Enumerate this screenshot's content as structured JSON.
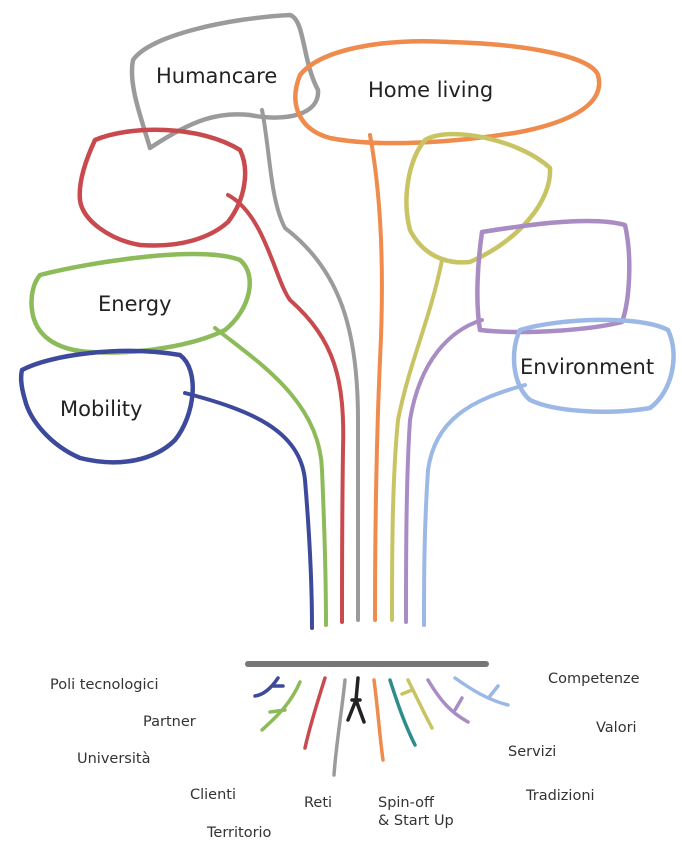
{
  "colors": {
    "humancare": "#9b9b9b",
    "home_living": "#ef8b4c",
    "energy_red": "#c84a4e",
    "energy": "#8dbb5a",
    "mobility": "#3d4a9c",
    "olive": "#c8c463",
    "purple": "#a88cc3",
    "environment": "#9cb8e6",
    "root_bar": "#777777",
    "teal": "#2e8c8c",
    "black": "#222222"
  },
  "branches": {
    "humancare": "Humancare",
    "home_living": "Home living",
    "energy": "Energy",
    "mobility": "Mobility",
    "environment": "Environment"
  },
  "roots": {
    "poli_tecnologici": "Poli tecnologici",
    "partner": "Partner",
    "universita": "Università",
    "clienti": "Clienti",
    "territorio": "Territorio",
    "reti": "Reti",
    "spin_off": "Spin-off\n& Start Up",
    "competenze": "Competenze",
    "valori": "Valori",
    "servizi": "Servizi",
    "tradizioni": "Tradizioni"
  }
}
